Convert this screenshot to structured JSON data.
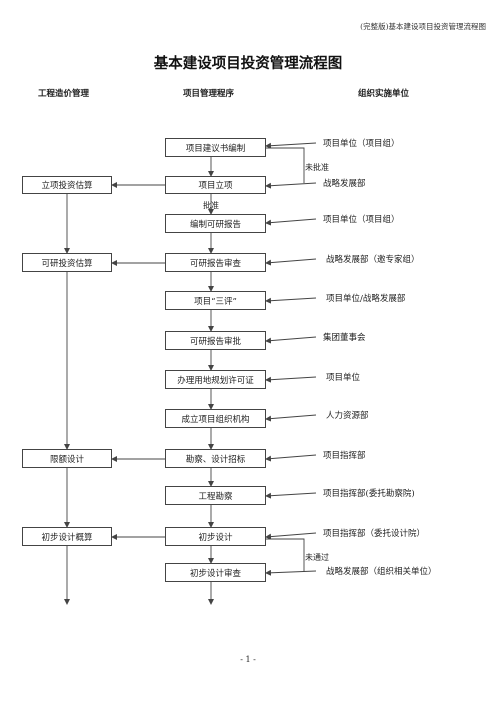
{
  "header_note": "(完整版)基本建设项目投资管理流程图",
  "title": "基本建设项目投资管理流程图",
  "columns": {
    "left": "工程造价管理",
    "center": "项目管理程序",
    "right": "组织实施单位"
  },
  "center_steps": [
    "项目建议书编制",
    "项目立项",
    "编制可研报告",
    "可研报告审查",
    "项目“三评”",
    "可研报告审批",
    "办理用地规划许可证",
    "成立项目组织机构",
    "勘察、设计招标",
    "工程勘察",
    "初步设计",
    "初步设计审查"
  ],
  "left_steps": [
    "立项投资估算",
    "可研投资估算",
    "限额设计",
    "初步设计概算"
  ],
  "units": [
    "项目单位（项目组）",
    "战略发展部",
    "项目单位（项目组）",
    "战略发展部（邀专家组）",
    "项目单位/战略发展部",
    "集团董事会",
    "项目单位",
    "人力资源部",
    "项目指挥部",
    "项目指挥部(委托勘察院)",
    "项目指挥部（委托设计院）",
    "战略发展部（组织相关单位）"
  ],
  "notes": {
    "not_approved": "未批准",
    "approved": "批准",
    "not_passed": "未通过"
  },
  "page_number": "- 1 -"
}
